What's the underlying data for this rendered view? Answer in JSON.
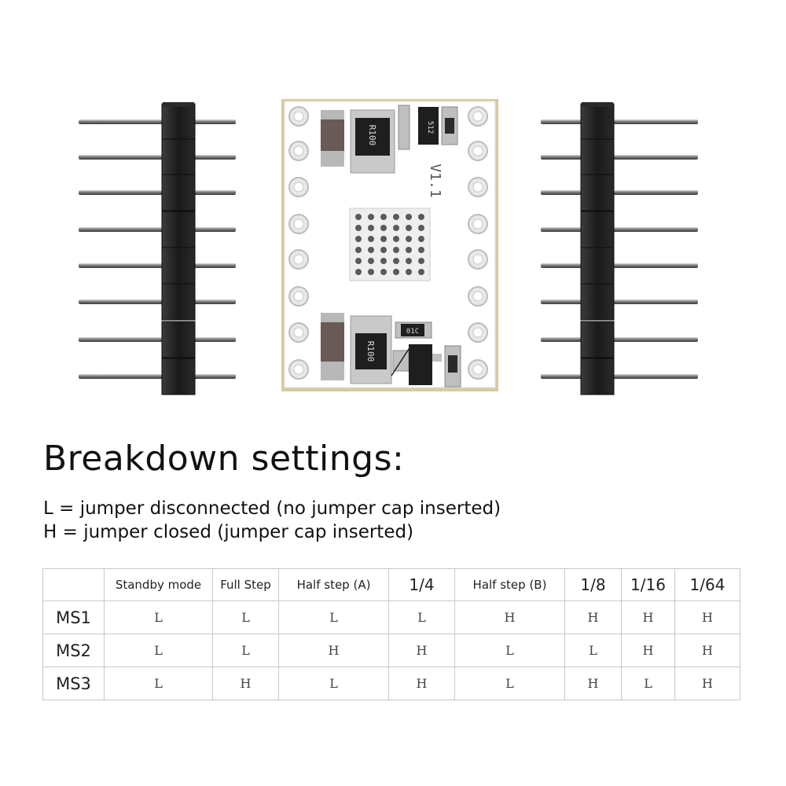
{
  "board": {
    "resistor_marking": "R100",
    "small_marking_top": "512",
    "small_marking_bottom": "01C",
    "version_label": "V1.1"
  },
  "heading": "Breakdown settings:",
  "legend": [
    "L = jumper disconnected (no jumper cap inserted)",
    "H = jumper closed (jumper cap inserted)"
  ],
  "table": {
    "columns": [
      "Standby mode",
      "Full Step",
      "Half step (A)",
      "1/4",
      "Half step (B)",
      "1/8",
      "1/16",
      "1/64"
    ],
    "rows": [
      {
        "label": "MS1",
        "values": [
          "L",
          "L",
          "L",
          "L",
          "H",
          "H",
          "H",
          "H"
        ]
      },
      {
        "label": "MS2",
        "values": [
          "L",
          "L",
          "H",
          "H",
          "L",
          "L",
          "H",
          "H"
        ]
      },
      {
        "label": "MS3",
        "values": [
          "L",
          "H",
          "L",
          "H",
          "L",
          "H",
          "L",
          "H"
        ]
      }
    ]
  }
}
